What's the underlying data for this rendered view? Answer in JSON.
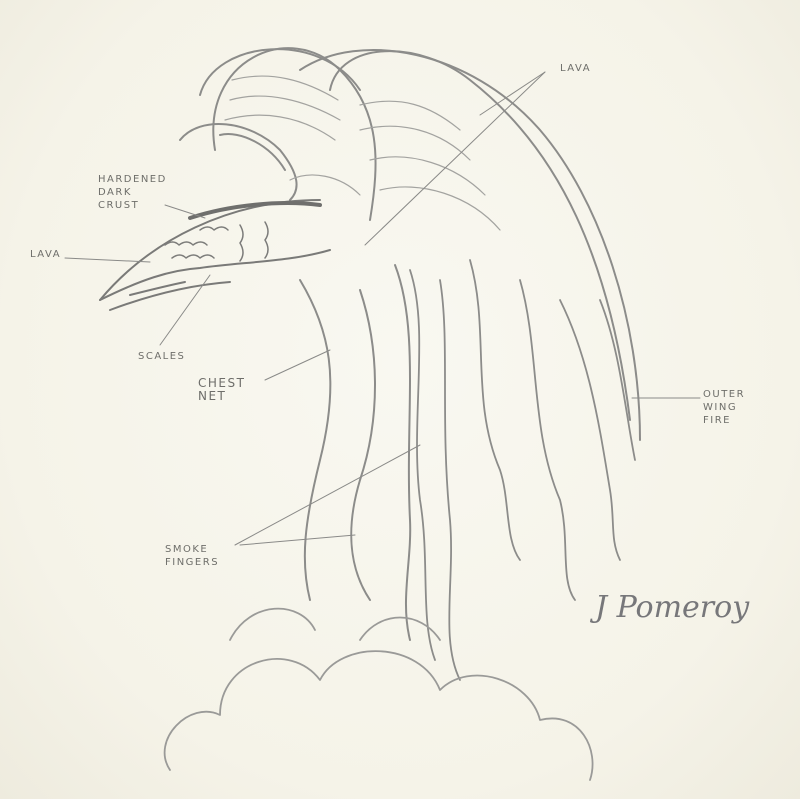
{
  "drawing": {
    "subject": "phoenix-like creature pencil concept sketch",
    "background_color": "#f7f5ec",
    "stroke_color": "#8a8a88"
  },
  "annotations": {
    "lava_top": "LAVA",
    "hardened_crust": "HARDENED\nDARK\nCRUST",
    "lava_left": "LAVA",
    "scales": "SCALES",
    "chest_net": "CHEST\nNET",
    "outer_wing_fire": "OUTER\nWING\nFIRE",
    "smoke_fingers": "SMOKE\nFINGERS"
  },
  "signature": "J Pomeroy"
}
